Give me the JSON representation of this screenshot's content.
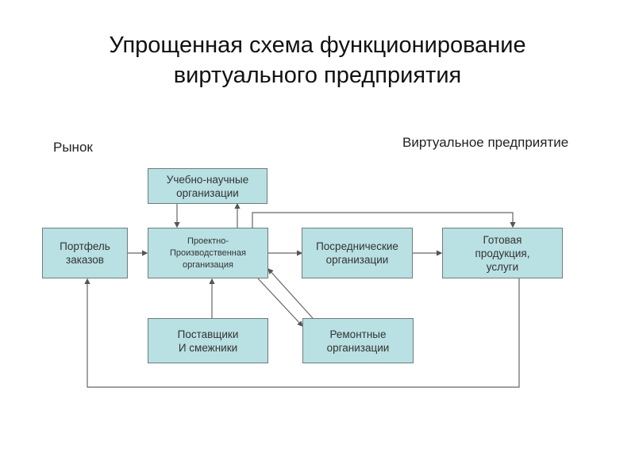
{
  "title": "Упрощенная схема функционирование\nвиртуального предприятия",
  "labels": {
    "market": "Рынок",
    "virtual_enterprise": "Виртуальное предприятие"
  },
  "nodes": {
    "education": "Учебно-научные\nорганизации",
    "portfolio": "Портфель\nзаказов",
    "production": "Проектно-\nПроизводственная\nорганизация",
    "intermediary": "Посреднические\nорганизации",
    "finished": "Готовая\nпродукция,\nуслуги",
    "suppliers": "Поставщики\nИ смежники",
    "repair": "Ремонтные\nорганизации"
  },
  "edges": [
    {
      "from": "portfolio",
      "to": "production"
    },
    {
      "from": "education",
      "to": "production"
    },
    {
      "from": "production",
      "to": "education"
    },
    {
      "from": "production",
      "to": "intermediary"
    },
    {
      "from": "intermediary",
      "to": "finished"
    },
    {
      "from": "production",
      "to": "finished"
    },
    {
      "from": "suppliers",
      "to": "production"
    },
    {
      "from": "production",
      "to": "repair"
    },
    {
      "from": "repair",
      "to": "production"
    },
    {
      "from": "finished",
      "to": "portfolio"
    }
  ]
}
